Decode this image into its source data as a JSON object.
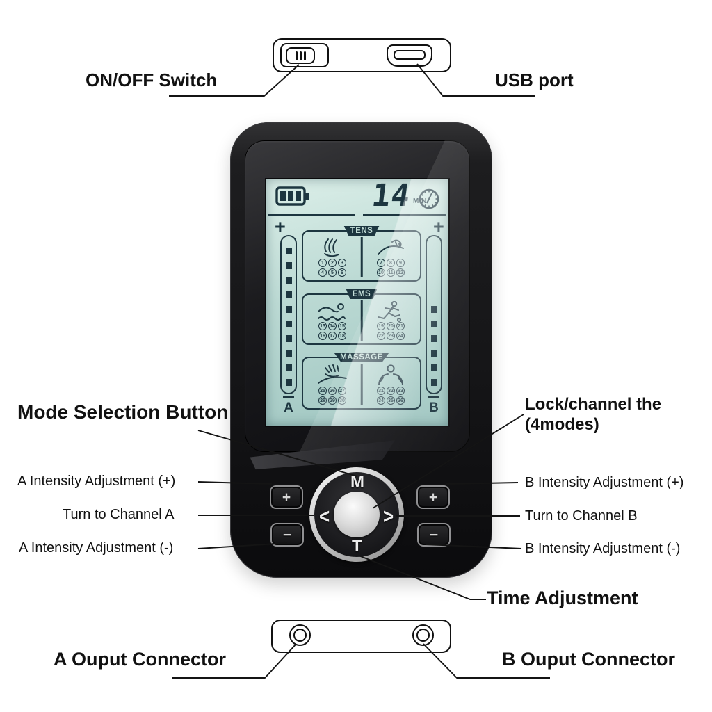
{
  "colors": {
    "background": "#ffffff",
    "label_ink": "#111111",
    "device_body": "#1a1a1c",
    "screen_bg": "#bcdad4",
    "lcd_ink": "#1d3640",
    "silver": "#d6d6d6"
  },
  "callouts": {
    "top_left": "ON/OFF Switch",
    "top_right": "USB port",
    "mode": "Mode Selection Button",
    "lock_line1": "Lock/channel  the",
    "lock_line2": "(4modes)",
    "a_intensity_plus": "A Intensity Adjustment (+)",
    "turn_channel_a": "Turn to Channel A",
    "a_intensity_minus": "A Intensity Adjustment (-)",
    "b_intensity_plus": "B Intensity Adjustment (+)",
    "turn_channel_b": "Turn to Channel B",
    "b_intensity_minus": "B Intensity Adjustment (-)",
    "time_adjustment": "Time Adjustment",
    "a_output": "A Ouput Connector",
    "b_output": "B Ouput Connector"
  },
  "device": {
    "screen": {
      "battery_icon": "battery-icon",
      "battery_bars": 3,
      "timer_value": "14",
      "timer_unit": "MIN",
      "clock_icon": "clock-icon",
      "left_channel": {
        "plus": "+",
        "label": "A",
        "segments": 10
      },
      "right_channel": {
        "plus": "+",
        "label": "B",
        "segments": 6
      },
      "sections": [
        {
          "title": "TENS",
          "left_icon": "kneading-hand-icon",
          "right_icon": "shoulder-massage-icon",
          "left_numbers": [
            1,
            2,
            3,
            4,
            5,
            6
          ],
          "right_numbers": [
            7,
            8,
            9,
            10,
            11,
            12
          ]
        },
        {
          "title": "EMS",
          "left_icon": "swimmer-icon",
          "right_icon": "runner-icon",
          "left_numbers": [
            13,
            14,
            15,
            16,
            17,
            18
          ],
          "right_numbers": [
            19,
            20,
            21,
            22,
            23,
            24
          ]
        },
        {
          "title": "MASSAGE",
          "left_icon": "back-massage-icon",
          "right_icon": "neck-massage-icon",
          "left_numbers": [
            25,
            26,
            27,
            28,
            29,
            30
          ],
          "right_numbers": [
            31,
            32,
            33,
            34,
            35,
            36
          ]
        }
      ]
    },
    "buttons": {
      "mode": "M",
      "left": "<",
      "right": ">",
      "time": "T",
      "a_plus": "+",
      "a_minus": "−",
      "b_plus": "+",
      "b_minus": "−"
    }
  }
}
